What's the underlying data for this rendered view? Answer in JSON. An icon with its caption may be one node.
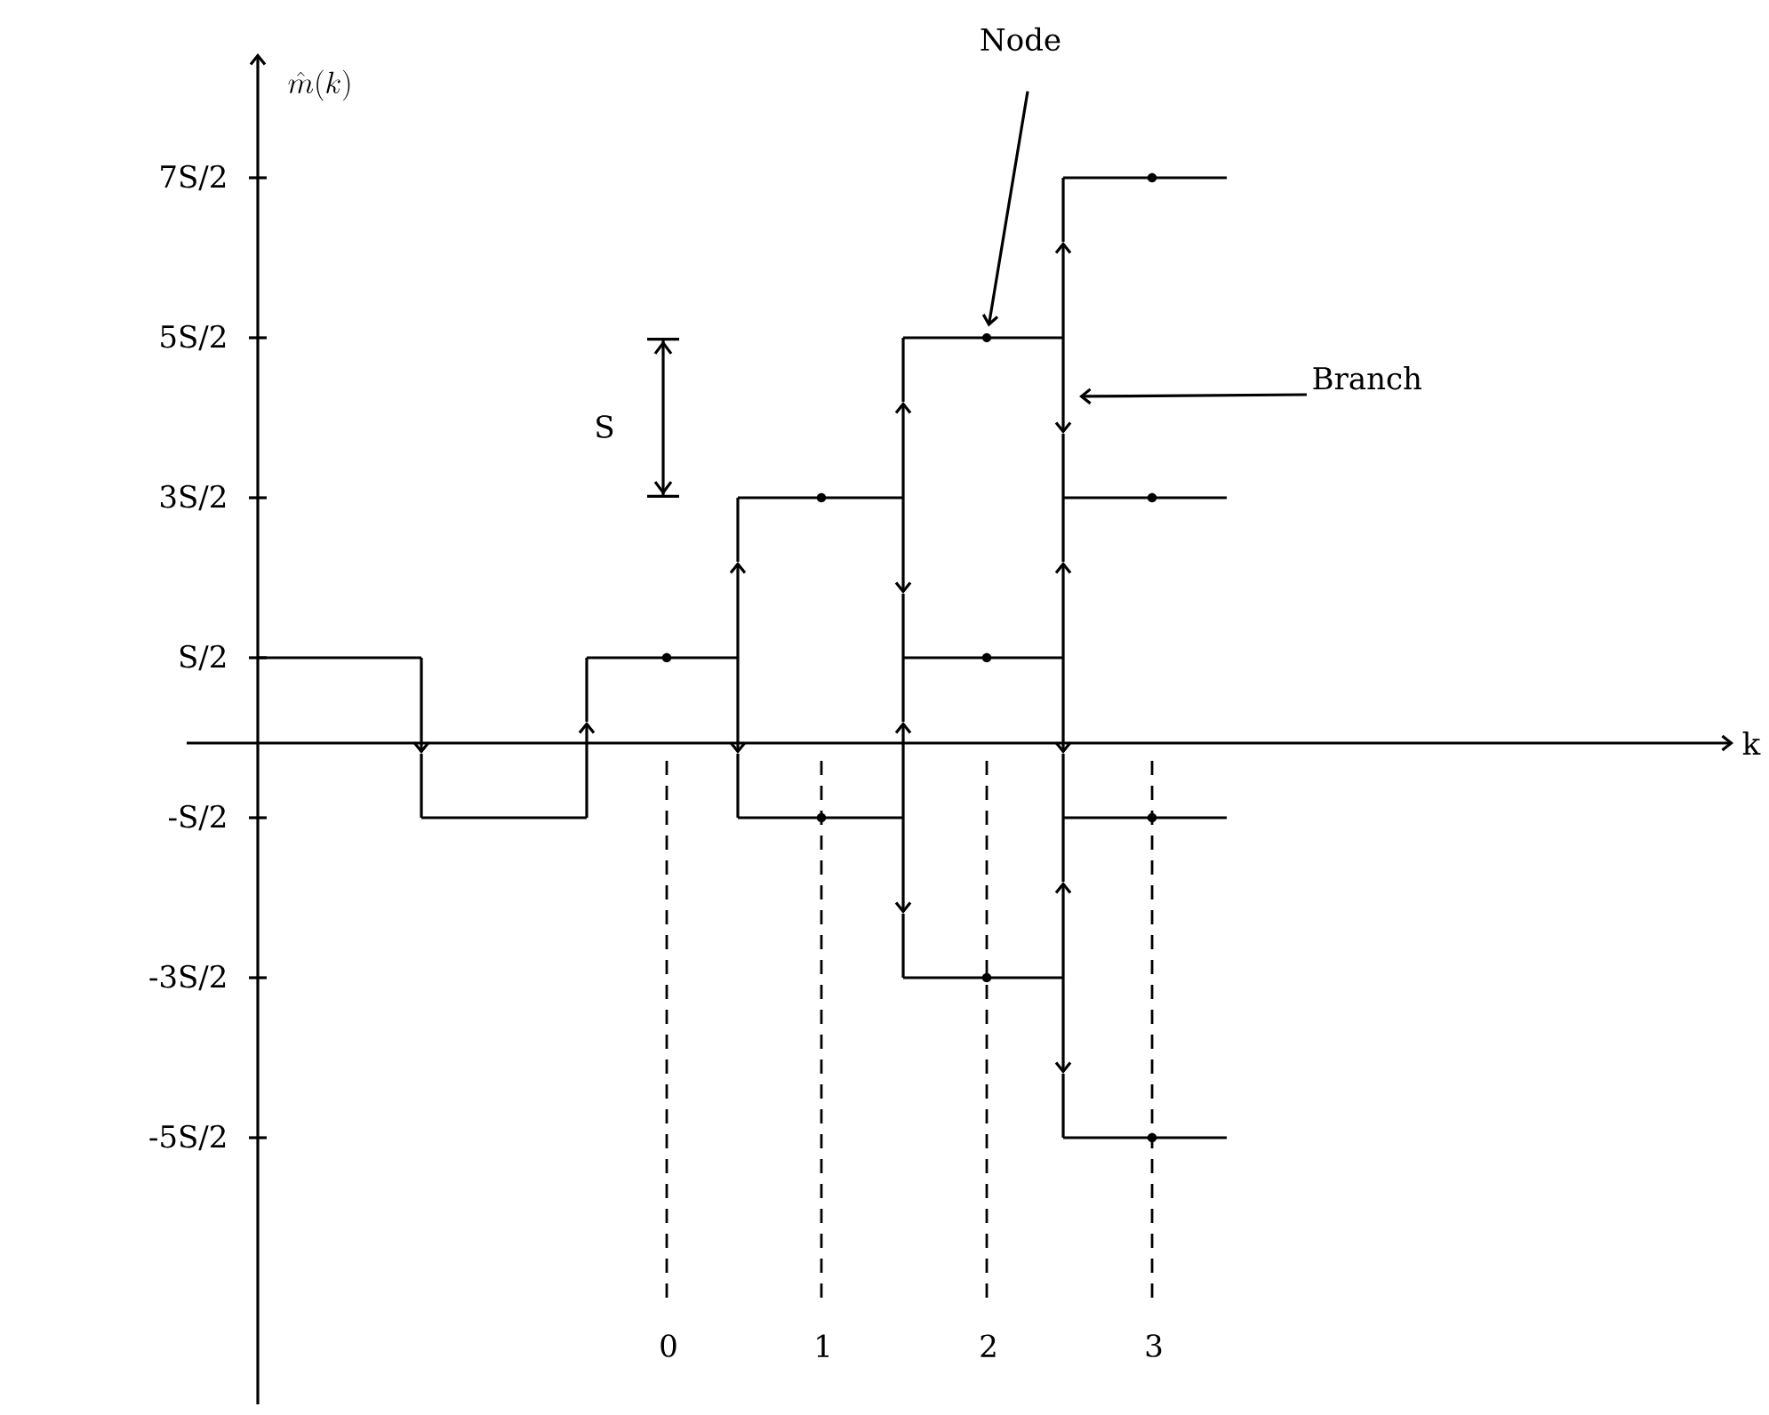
{
  "diagram": {
    "nodes": [
      {
        "text": [
          "Node"
        ]
      },
      {
        "text": [],
        "shape": "circle"
      },
      {
        "text": [
          "Branch"
        ]
      }
    ],
    "edges": [
      {
        "from": 0,
        "to": 1,
        "arrow": "to"
      },
      {
        "from": 2,
        "to": null,
        "arrow": "to"
      }
    ],
    "labels": [
      "\\hat{m}(k)",
      "7S/2",
      "5S/2",
      "S",
      "3S/2",
      "S/2",
      "k",
      "-S/2",
      "-3S/2",
      "-5S/2",
      "0",
      "1",
      "2",
      "3"
    ]
  }
}
